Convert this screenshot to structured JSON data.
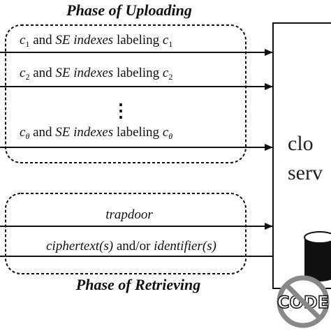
{
  "upload_phase": {
    "title": "Phase of Uploading",
    "items": [
      {
        "c": "c",
        "sub": "1",
        "mid": " and ",
        "se": "SE indexes",
        "labeling": " labeling ",
        "c2": "c",
        "sub2": "1"
      },
      {
        "c": "c",
        "sub": "2",
        "mid": " and ",
        "se": "SE indexes",
        "labeling": " labeling ",
        "c2": "c",
        "sub2": "2"
      },
      {
        "c": "c",
        "sub": "θ",
        "mid": " and ",
        "se": "SE indexes",
        "labeling": " labeling ",
        "c2": "c",
        "sub2": "θ"
      }
    ],
    "ellipsis": "⋮"
  },
  "retrieve_phase": {
    "title": "Phase of Retrieving",
    "trapdoor": "trapdoor",
    "reply_part1": "ciphertext(s)",
    "reply_part2": " and/or ",
    "reply_part3": "identifier(s)"
  },
  "cloud": {
    "line1": "clo",
    "line2": "serv"
  },
  "stamp": {
    "text": "CODE",
    "icon": "no-code-stamp-icon"
  }
}
